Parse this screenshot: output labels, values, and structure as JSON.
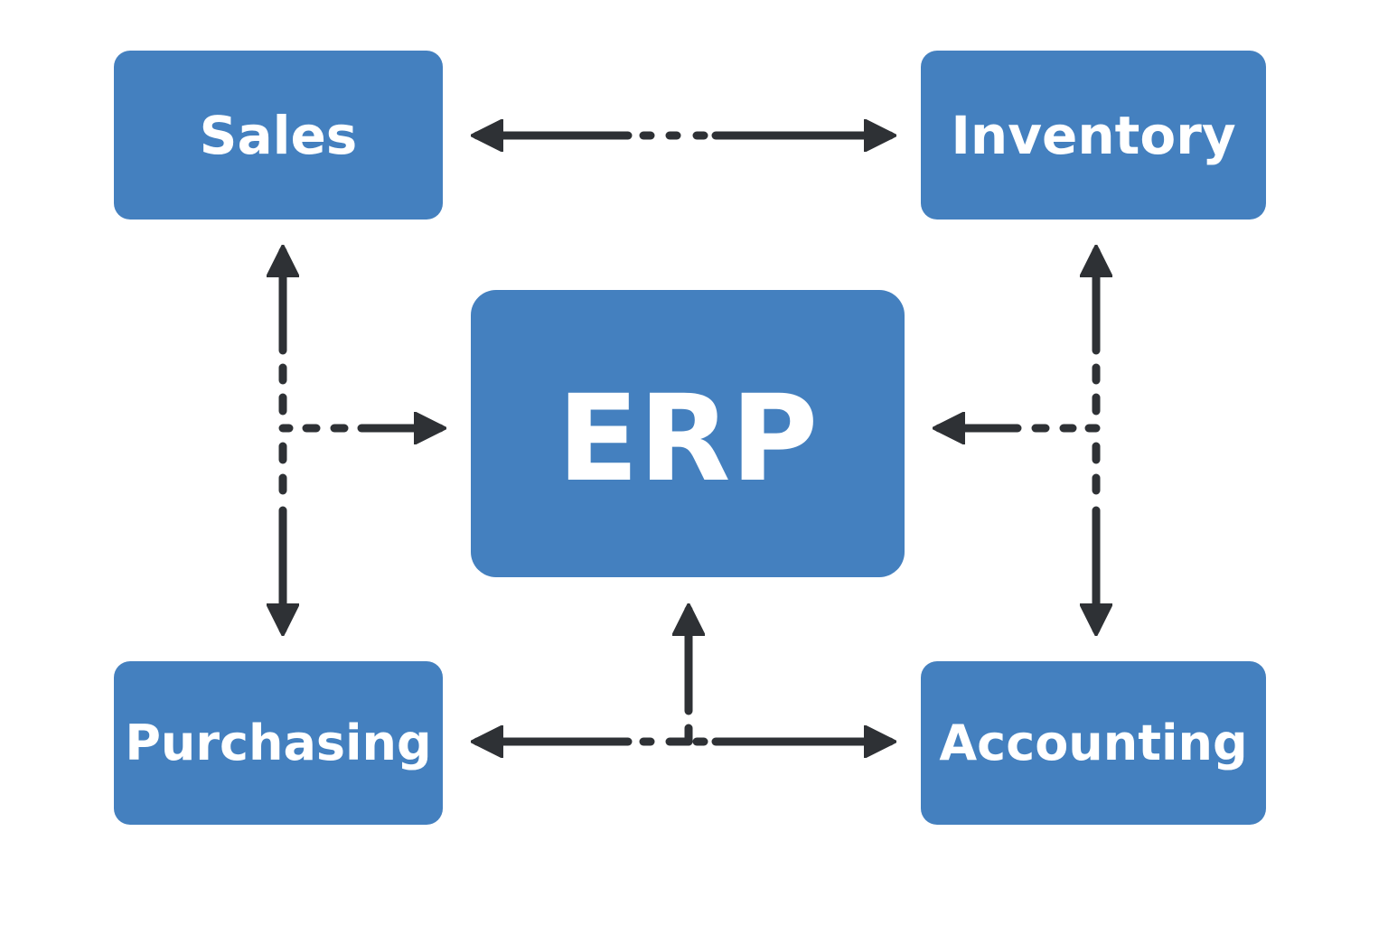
{
  "diagram": {
    "title": "ERP",
    "colors": {
      "box_fill": "#4480bf",
      "box_text": "#ffffff",
      "arrow": "#2e3135",
      "background": "#ffffff"
    },
    "nodes": {
      "center": {
        "id": "erp",
        "label": "ERP"
      },
      "sales": {
        "id": "sales",
        "label": "Sales"
      },
      "inventory": {
        "id": "inventory",
        "label": "Inventory"
      },
      "purchasing": {
        "id": "purchasing",
        "label": "Purchasing"
      },
      "accounting": {
        "id": "accounting",
        "label": "Accounting"
      }
    },
    "edges": [
      {
        "from": "sales",
        "to": "inventory",
        "direction": "bidirectional",
        "style": "dash-dot"
      },
      {
        "from": "purchasing",
        "to": "accounting",
        "direction": "bidirectional",
        "style": "dash-dot"
      },
      {
        "from": "sales",
        "to": "purchasing",
        "direction": "bidirectional",
        "style": "dash-dot"
      },
      {
        "from": "inventory",
        "to": "accounting",
        "direction": "bidirectional",
        "style": "dash-dot"
      },
      {
        "from": "sales-purchasing-link",
        "to": "erp",
        "direction": "forward",
        "style": "dashed"
      },
      {
        "from": "inventory-accounting-link",
        "to": "erp",
        "direction": "forward",
        "style": "dashed"
      },
      {
        "from": "purchasing-accounting-link",
        "to": "erp",
        "direction": "forward",
        "style": "solid"
      }
    ]
  }
}
